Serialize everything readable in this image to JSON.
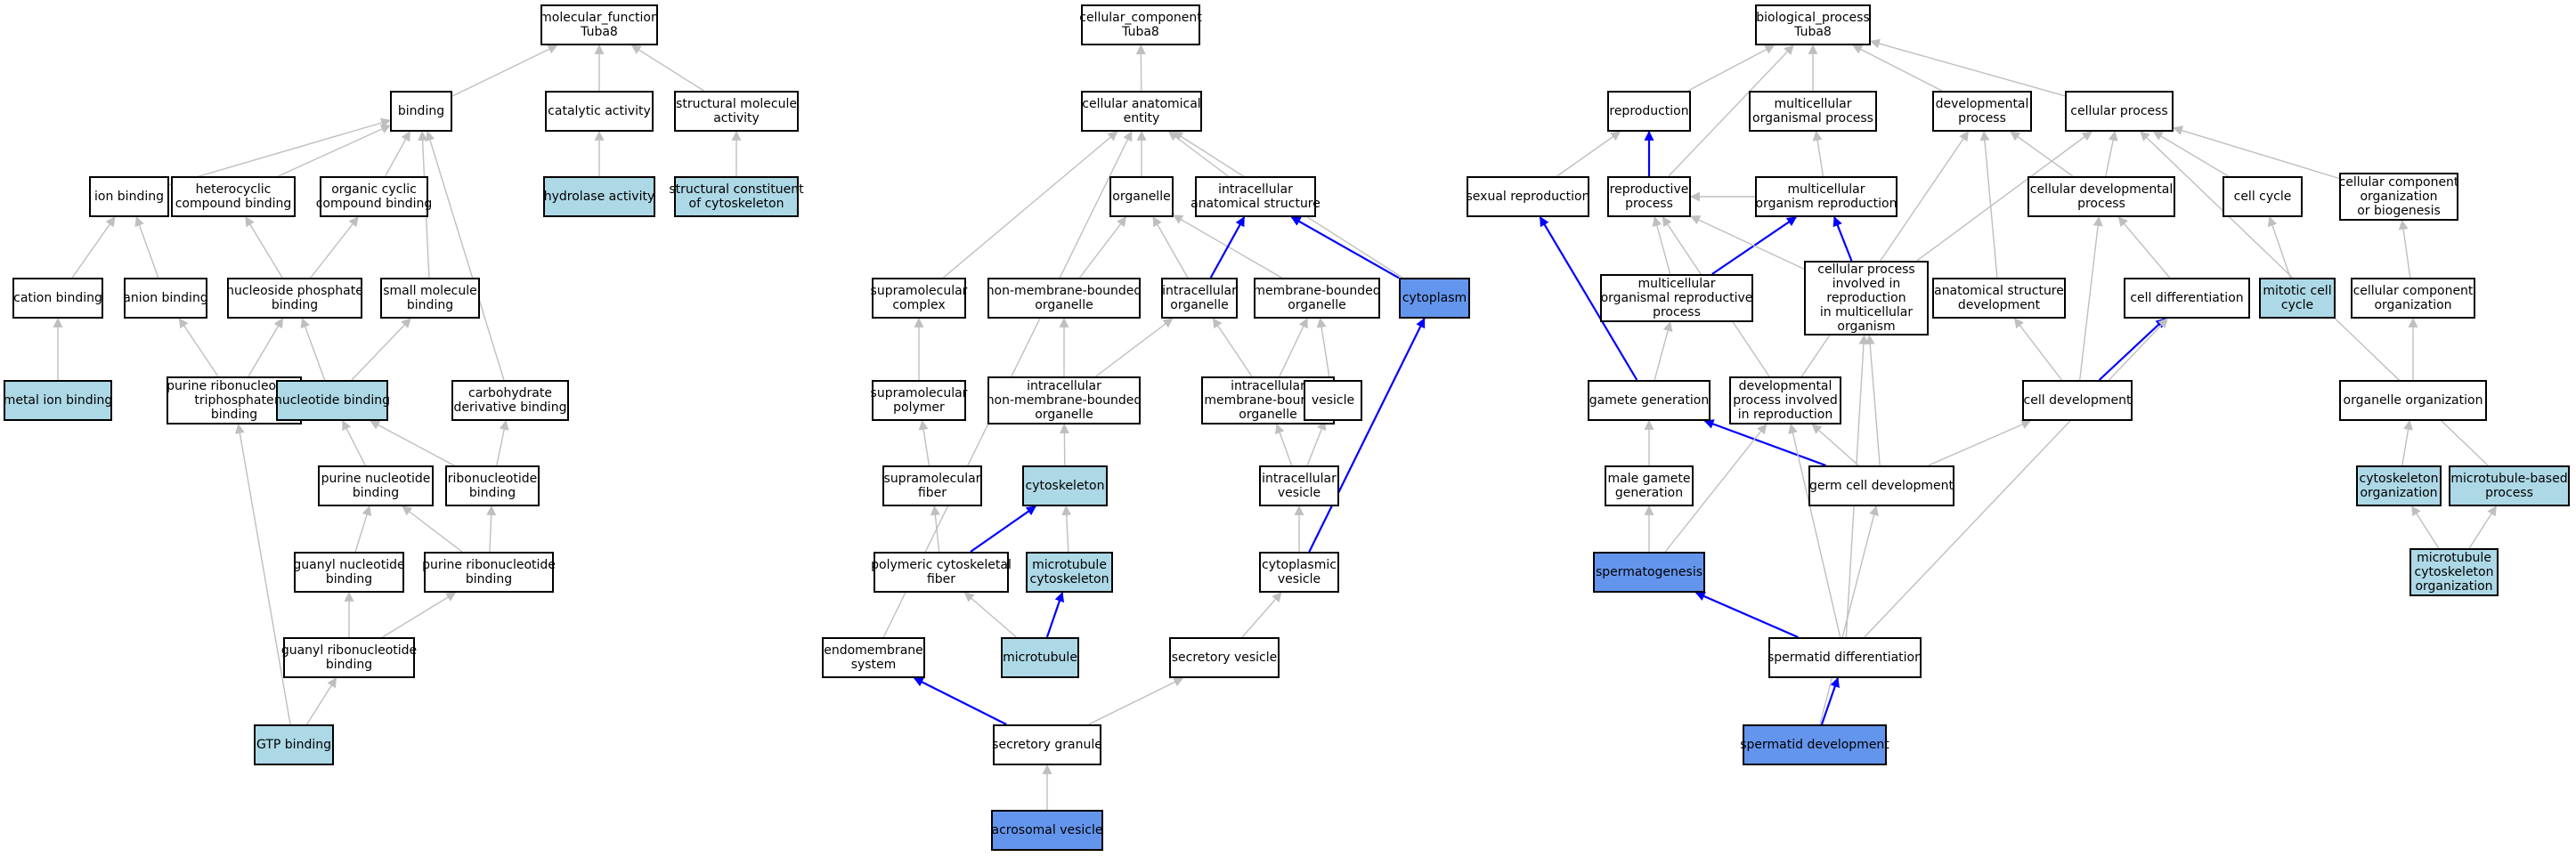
{
  "colors": {
    "plain_fill": "#ffffff",
    "light_fill": "#add8e6",
    "dark_fill": "#6495ed",
    "gray_edge": "#bfbfbf",
    "blue_edge": "#0000ff",
    "border": "#000000"
  },
  "nodes": [
    {
      "id": "mf",
      "lines": [
        "molecular_function",
        "Tuba8"
      ],
      "fill": "plain"
    },
    {
      "id": "binding",
      "lines": [
        "binding"
      ],
      "fill": "plain"
    },
    {
      "id": "catalytic",
      "lines": [
        "catalytic activity"
      ],
      "fill": "plain"
    },
    {
      "id": "structmol",
      "lines": [
        "structural molecule",
        "activity"
      ],
      "fill": "plain"
    },
    {
      "id": "hydrolase",
      "lines": [
        "hydrolase activity"
      ],
      "fill": "light"
    },
    {
      "id": "structcyto",
      "lines": [
        "structural constituent",
        "of cytoskeleton"
      ],
      "fill": "light"
    },
    {
      "id": "ionbind",
      "lines": [
        "ion binding"
      ],
      "fill": "plain"
    },
    {
      "id": "hetero",
      "lines": [
        "heterocyclic",
        "compound binding"
      ],
      "fill": "plain"
    },
    {
      "id": "orgcyc",
      "lines": [
        "organic cyclic",
        "compound binding"
      ],
      "fill": "plain"
    },
    {
      "id": "cation",
      "lines": [
        "cation binding"
      ],
      "fill": "plain"
    },
    {
      "id": "anion",
      "lines": [
        "anion binding"
      ],
      "fill": "plain"
    },
    {
      "id": "nucphos",
      "lines": [
        "nucleoside phosphate",
        "binding"
      ],
      "fill": "plain"
    },
    {
      "id": "smallmol",
      "lines": [
        "small molecule",
        "binding"
      ],
      "fill": "plain"
    },
    {
      "id": "metalion",
      "lines": [
        "metal ion binding"
      ],
      "fill": "light"
    },
    {
      "id": "purribtri",
      "lines": [
        "purine ribonucleoside",
        "triphosphate",
        "binding"
      ],
      "fill": "plain"
    },
    {
      "id": "nucbind",
      "lines": [
        "nucleotide binding"
      ],
      "fill": "light"
    },
    {
      "id": "carbo",
      "lines": [
        "carbohydrate",
        "derivative binding"
      ],
      "fill": "plain"
    },
    {
      "id": "purnuc",
      "lines": [
        "purine nucleotide",
        "binding"
      ],
      "fill": "plain"
    },
    {
      "id": "ribonuc",
      "lines": [
        "ribonucleotide",
        "binding"
      ],
      "fill": "plain"
    },
    {
      "id": "guanylnuc",
      "lines": [
        "guanyl nucleotide",
        "binding"
      ],
      "fill": "plain"
    },
    {
      "id": "purribonuc",
      "lines": [
        "purine ribonucleotide",
        "binding"
      ],
      "fill": "plain"
    },
    {
      "id": "guanylribo",
      "lines": [
        "guanyl ribonucleotide",
        "binding"
      ],
      "fill": "plain"
    },
    {
      "id": "gtp",
      "lines": [
        "GTP binding"
      ],
      "fill": "light"
    },
    {
      "id": "cc",
      "lines": [
        "cellular_component",
        "Tuba8"
      ],
      "fill": "plain"
    },
    {
      "id": "cae",
      "lines": [
        "cellular anatomical",
        "entity"
      ],
      "fill": "plain"
    },
    {
      "id": "organelle",
      "lines": [
        "organelle"
      ],
      "fill": "plain"
    },
    {
      "id": "intraanat",
      "lines": [
        "intracellular",
        "anatomical structure"
      ],
      "fill": "plain"
    },
    {
      "id": "supracomplex",
      "lines": [
        "supramolecular",
        "complex"
      ],
      "fill": "plain"
    },
    {
      "id": "nonmemorg",
      "lines": [
        "non-membrane-bounded",
        "organelle"
      ],
      "fill": "plain"
    },
    {
      "id": "intraorg",
      "lines": [
        "intracellular",
        "organelle"
      ],
      "fill": "plain"
    },
    {
      "id": "memorg",
      "lines": [
        "membrane-bounded",
        "organelle"
      ],
      "fill": "plain"
    },
    {
      "id": "cytoplasm",
      "lines": [
        "cytoplasm"
      ],
      "fill": "dark"
    },
    {
      "id": "suprapoly",
      "lines": [
        "supramolecular",
        "polymer"
      ],
      "fill": "plain"
    },
    {
      "id": "intranonmem",
      "lines": [
        "intracellular",
        "non-membrane-bounded",
        "organelle"
      ],
      "fill": "plain"
    },
    {
      "id": "intramem",
      "lines": [
        "intracellular",
        "membrane-bounded",
        "organelle"
      ],
      "fill": "plain"
    },
    {
      "id": "vesicle",
      "lines": [
        "vesicle"
      ],
      "fill": "plain"
    },
    {
      "id": "suprafiber",
      "lines": [
        "supramolecular",
        "fiber"
      ],
      "fill": "plain"
    },
    {
      "id": "cytoskeleton",
      "lines": [
        "cytoskeleton"
      ],
      "fill": "light"
    },
    {
      "id": "intraves",
      "lines": [
        "intracellular",
        "vesicle"
      ],
      "fill": "plain"
    },
    {
      "id": "polycyto",
      "lines": [
        "polymeric cytoskeletal",
        "fiber"
      ],
      "fill": "plain"
    },
    {
      "id": "mtcyto",
      "lines": [
        "microtubule",
        "cytoskeleton"
      ],
      "fill": "light"
    },
    {
      "id": "cytoves",
      "lines": [
        "cytoplasmic",
        "vesicle"
      ],
      "fill": "plain"
    },
    {
      "id": "endomem",
      "lines": [
        "endomembrane",
        "system"
      ],
      "fill": "plain"
    },
    {
      "id": "microtubule",
      "lines": [
        "microtubule"
      ],
      "fill": "light"
    },
    {
      "id": "secves",
      "lines": [
        "secretory vesicle"
      ],
      "fill": "plain"
    },
    {
      "id": "secgran",
      "lines": [
        "secretory granule"
      ],
      "fill": "plain"
    },
    {
      "id": "acroves",
      "lines": [
        "acrosomal vesicle"
      ],
      "fill": "dark"
    },
    {
      "id": "bp",
      "lines": [
        "biological_process",
        "Tuba8"
      ],
      "fill": "plain"
    },
    {
      "id": "reproduction",
      "lines": [
        "reproduction"
      ],
      "fill": "plain"
    },
    {
      "id": "multiproc",
      "lines": [
        "multicellular",
        "organismal process"
      ],
      "fill": "plain"
    },
    {
      "id": "devproc",
      "lines": [
        "developmental",
        "process"
      ],
      "fill": "plain"
    },
    {
      "id": "cellproc",
      "lines": [
        "cellular process"
      ],
      "fill": "plain"
    },
    {
      "id": "sexrep",
      "lines": [
        "sexual reproduction"
      ],
      "fill": "plain"
    },
    {
      "id": "reproproc",
      "lines": [
        "reproductive",
        "process"
      ],
      "fill": "plain"
    },
    {
      "id": "multirep",
      "lines": [
        "multicellular",
        "organism reproduction"
      ],
      "fill": "plain"
    },
    {
      "id": "celldevproc",
      "lines": [
        "cellular developmental",
        "process"
      ],
      "fill": "plain"
    },
    {
      "id": "cellcycle",
      "lines": [
        "cell cycle"
      ],
      "fill": "plain"
    },
    {
      "id": "ccob",
      "lines": [
        "cellular component",
        "organization",
        "or biogenesis"
      ],
      "fill": "plain"
    },
    {
      "id": "multirepproc",
      "lines": [
        "multicellular",
        "organismal reproductive",
        "process"
      ],
      "fill": "plain"
    },
    {
      "id": "cpinvolved",
      "lines": [
        "cellular process",
        "involved in",
        "reproduction",
        "in multicellular",
        "organism"
      ],
      "fill": "plain"
    },
    {
      "id": "anatdev",
      "lines": [
        "anatomical structure",
        "development"
      ],
      "fill": "plain"
    },
    {
      "id": "celldiff",
      "lines": [
        "cell differentiation"
      ],
      "fill": "plain"
    },
    {
      "id": "mitotic",
      "lines": [
        "mitotic cell",
        "cycle"
      ],
      "fill": "light"
    },
    {
      "id": "ccorg",
      "lines": [
        "cellular component",
        "organization"
      ],
      "fill": "plain"
    },
    {
      "id": "gametegen",
      "lines": [
        "gamete generation"
      ],
      "fill": "plain"
    },
    {
      "id": "devinvolved",
      "lines": [
        "developmental",
        "process involved",
        "in reproduction"
      ],
      "fill": "plain"
    },
    {
      "id": "celldev",
      "lines": [
        "cell development"
      ],
      "fill": "plain"
    },
    {
      "id": "orgorg",
      "lines": [
        "organelle organization"
      ],
      "fill": "plain"
    },
    {
      "id": "malegamete",
      "lines": [
        "male gamete",
        "generation"
      ],
      "fill": "plain"
    },
    {
      "id": "germdev",
      "lines": [
        "germ cell development"
      ],
      "fill": "plain"
    },
    {
      "id": "cytoorg",
      "lines": [
        "cytoskeleton",
        "organization"
      ],
      "fill": "light"
    },
    {
      "id": "mtbased",
      "lines": [
        "microtubule-based",
        "process"
      ],
      "fill": "light"
    },
    {
      "id": "spermato",
      "lines": [
        "spermatogenesis"
      ],
      "fill": "dark"
    },
    {
      "id": "mtcytoorg",
      "lines": [
        "microtubule",
        "cytoskeleton",
        "organization"
      ],
      "fill": "light"
    },
    {
      "id": "spermatiddiff",
      "lines": [
        "spermatid differentiation"
      ],
      "fill": "plain"
    },
    {
      "id": "spermatiddev",
      "lines": [
        "spermatid development"
      ],
      "fill": "dark"
    }
  ],
  "edges": [
    [
      "binding",
      "mf",
      "gray"
    ],
    [
      "catalytic",
      "mf",
      "gray"
    ],
    [
      "structmol",
      "mf",
      "gray"
    ],
    [
      "hydrolase",
      "catalytic",
      "gray"
    ],
    [
      "structcyto",
      "structmol",
      "gray"
    ],
    [
      "ionbind",
      "binding",
      "gray"
    ],
    [
      "hetero",
      "binding",
      "gray"
    ],
    [
      "orgcyc",
      "binding",
      "gray"
    ],
    [
      "smallmol",
      "binding",
      "gray"
    ],
    [
      "carbo",
      "binding",
      "gray"
    ],
    [
      "cation",
      "ionbind",
      "gray"
    ],
    [
      "anion",
      "ionbind",
      "gray"
    ],
    [
      "nucphos",
      "hetero",
      "gray"
    ],
    [
      "nucphos",
      "orgcyc",
      "gray"
    ],
    [
      "metalion",
      "cation",
      "gray"
    ],
    [
      "purribtri",
      "anion",
      "gray"
    ],
    [
      "purribtri",
      "nucphos",
      "gray"
    ],
    [
      "nucbind",
      "nucphos",
      "gray"
    ],
    [
      "nucbind",
      "smallmol",
      "gray"
    ],
    [
      "purnuc",
      "nucbind",
      "gray"
    ],
    [
      "ribonuc",
      "nucbind",
      "gray"
    ],
    [
      "ribonuc",
      "carbo",
      "gray"
    ],
    [
      "guanylnuc",
      "purnuc",
      "gray"
    ],
    [
      "purribonuc",
      "purnuc",
      "gray"
    ],
    [
      "purribonuc",
      "ribonuc",
      "gray"
    ],
    [
      "guanylribo",
      "guanylnuc",
      "gray"
    ],
    [
      "guanylribo",
      "purribonuc",
      "gray"
    ],
    [
      "gtp",
      "guanylribo",
      "gray"
    ],
    [
      "gtp",
      "purribtri",
      "gray"
    ],
    [
      "cae",
      "cc",
      "gray"
    ],
    [
      "organelle",
      "cae",
      "gray"
    ],
    [
      "intraanat",
      "cae",
      "gray"
    ],
    [
      "supracomplex",
      "cae",
      "gray"
    ],
    [
      "cytoplasm",
      "cae",
      "gray"
    ],
    [
      "endomem",
      "cae",
      "gray"
    ],
    [
      "nonmemorg",
      "organelle",
      "gray"
    ],
    [
      "intraorg",
      "organelle",
      "gray"
    ],
    [
      "memorg",
      "organelle",
      "gray"
    ],
    [
      "intraorg",
      "intraanat",
      "blue"
    ],
    [
      "cytoplasm",
      "intraanat",
      "blue"
    ],
    [
      "suprapoly",
      "supracomplex",
      "gray"
    ],
    [
      "intranonmem",
      "nonmemorg",
      "gray"
    ],
    [
      "intranonmem",
      "intraorg",
      "gray"
    ],
    [
      "intramem",
      "intraorg",
      "gray"
    ],
    [
      "intramem",
      "memorg",
      "gray"
    ],
    [
      "vesicle",
      "memorg",
      "gray"
    ],
    [
      "suprafiber",
      "suprapoly",
      "gray"
    ],
    [
      "cytoskeleton",
      "intranonmem",
      "gray"
    ],
    [
      "intraves",
      "intramem",
      "gray"
    ],
    [
      "intraves",
      "vesicle",
      "gray"
    ],
    [
      "polycyto",
      "suprafiber",
      "gray"
    ],
    [
      "polycyto",
      "cytoskeleton",
      "blue"
    ],
    [
      "mtcyto",
      "cytoskeleton",
      "gray"
    ],
    [
      "cytoves",
      "intraves",
      "gray"
    ],
    [
      "cytoves",
      "cytoplasm",
      "blue"
    ],
    [
      "microtubule",
      "polycyto",
      "gray"
    ],
    [
      "microtubule",
      "mtcyto",
      "blue"
    ],
    [
      "secves",
      "cytoves",
      "gray"
    ],
    [
      "secgran",
      "endomem",
      "blue"
    ],
    [
      "secgran",
      "secves",
      "gray"
    ],
    [
      "acroves",
      "secgran",
      "gray"
    ],
    [
      "reproduction",
      "bp",
      "gray"
    ],
    [
      "multiproc",
      "bp",
      "gray"
    ],
    [
      "devproc",
      "bp",
      "gray"
    ],
    [
      "cellproc",
      "bp",
      "gray"
    ],
    [
      "reproproc",
      "bp",
      "gray"
    ],
    [
      "sexrep",
      "reproduction",
      "gray"
    ],
    [
      "reproproc",
      "reproduction",
      "blue"
    ],
    [
      "multirep",
      "reproproc",
      "gray"
    ],
    [
      "multirep",
      "multiproc",
      "gray"
    ],
    [
      "celldevproc",
      "devproc",
      "gray"
    ],
    [
      "celldevproc",
      "cellproc",
      "gray"
    ],
    [
      "cellcycle",
      "cellproc",
      "gray"
    ],
    [
      "ccob",
      "cellproc",
      "gray"
    ],
    [
      "multirepproc",
      "reproproc",
      "gray"
    ],
    [
      "multirepproc",
      "multirep",
      "blue"
    ],
    [
      "cpinvolved",
      "reproproc",
      "gray"
    ],
    [
      "cpinvolved",
      "multirep",
      "blue"
    ],
    [
      "cpinvolved",
      "cellproc",
      "gray"
    ],
    [
      "anatdev",
      "devproc",
      "gray"
    ],
    [
      "celldiff",
      "celldevproc",
      "gray"
    ],
    [
      "mitotic",
      "cellcycle",
      "gray"
    ],
    [
      "ccorg",
      "ccob",
      "gray"
    ],
    [
      "gametegen",
      "sexrep",
      "blue"
    ],
    [
      "gametegen",
      "multirepproc",
      "gray"
    ],
    [
      "devinvolved",
      "reproproc",
      "gray"
    ],
    [
      "devinvolved",
      "devproc",
      "gray"
    ],
    [
      "celldev",
      "anatdev",
      "gray"
    ],
    [
      "celldev",
      "celldiff",
      "blue"
    ],
    [
      "celldev",
      "celldevproc",
      "gray"
    ],
    [
      "orgorg",
      "ccorg",
      "gray"
    ],
    [
      "malegamete",
      "gametegen",
      "gray"
    ],
    [
      "germdev",
      "gametegen",
      "blue"
    ],
    [
      "germdev",
      "devinvolved",
      "gray"
    ],
    [
      "germdev",
      "cpinvolved",
      "gray"
    ],
    [
      "germdev",
      "celldev",
      "gray"
    ],
    [
      "cytoorg",
      "orgorg",
      "gray"
    ],
    [
      "mtbased",
      "cellproc",
      "gray"
    ],
    [
      "spermato",
      "malegamete",
      "gray"
    ],
    [
      "spermato",
      "devinvolved",
      "gray"
    ],
    [
      "mtcytoorg",
      "cytoorg",
      "gray"
    ],
    [
      "mtcytoorg",
      "mtbased",
      "gray"
    ],
    [
      "spermatiddiff",
      "spermato",
      "blue"
    ],
    [
      "spermatiddiff",
      "devinvolved",
      "gray"
    ],
    [
      "spermatiddiff",
      "cpinvolved",
      "gray"
    ],
    [
      "spermatiddiff",
      "celldiff",
      "gray"
    ],
    [
      "spermatiddev",
      "spermatiddiff",
      "blue"
    ],
    [
      "spermatiddev",
      "germdev",
      "gray"
    ]
  ]
}
